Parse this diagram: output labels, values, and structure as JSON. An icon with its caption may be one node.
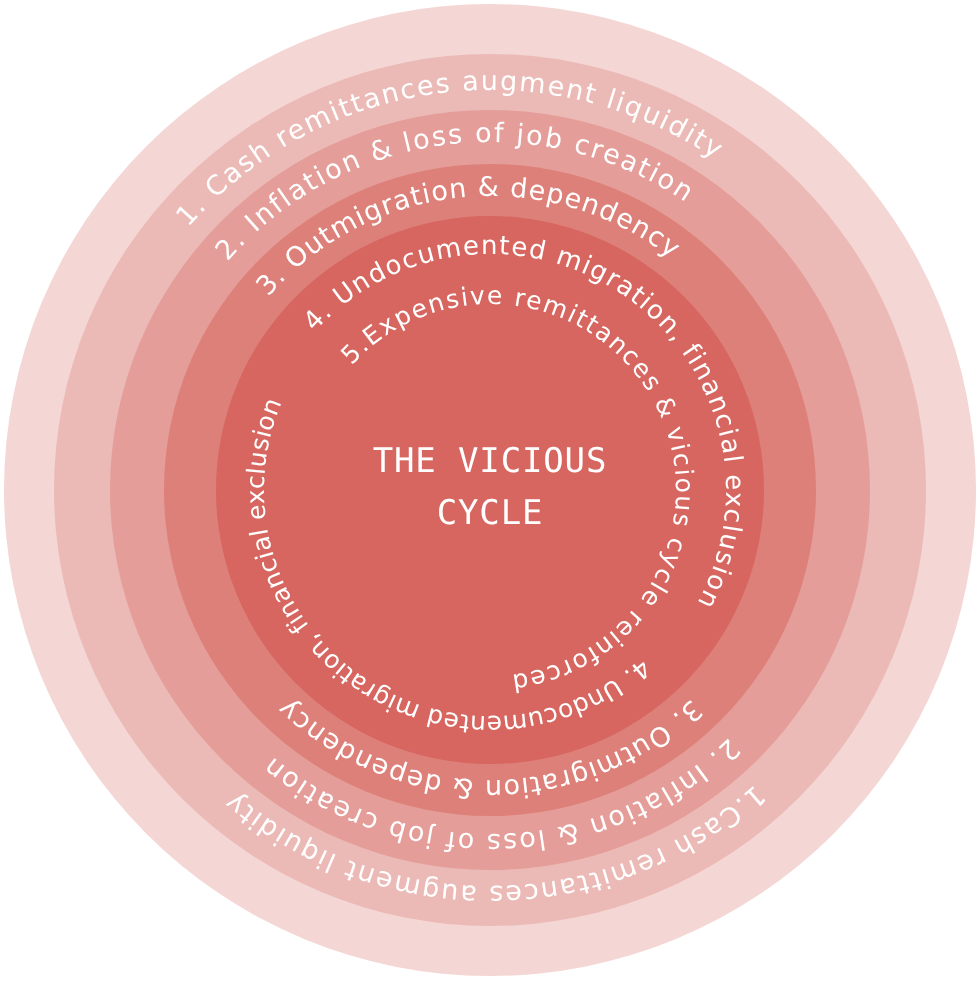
{
  "diagram": {
    "labels": [
      "1. Cash remittances augment liquidity",
      "2. Inflation & loss of job creation",
      "3. Outmigration & dependency",
      "4. Undocumented migration, financial exclusion",
      "5.Expensive remittances & vicious cycle reinforced",
      "THE VICIOUS CYCLE",
      "4. Undocumented migration, financial exclusion",
      "3. Outmigration & dependency",
      "2. Inflation & loss of job creation",
      "1.Cash remittances augment liquidity"
    ]
  }
}
